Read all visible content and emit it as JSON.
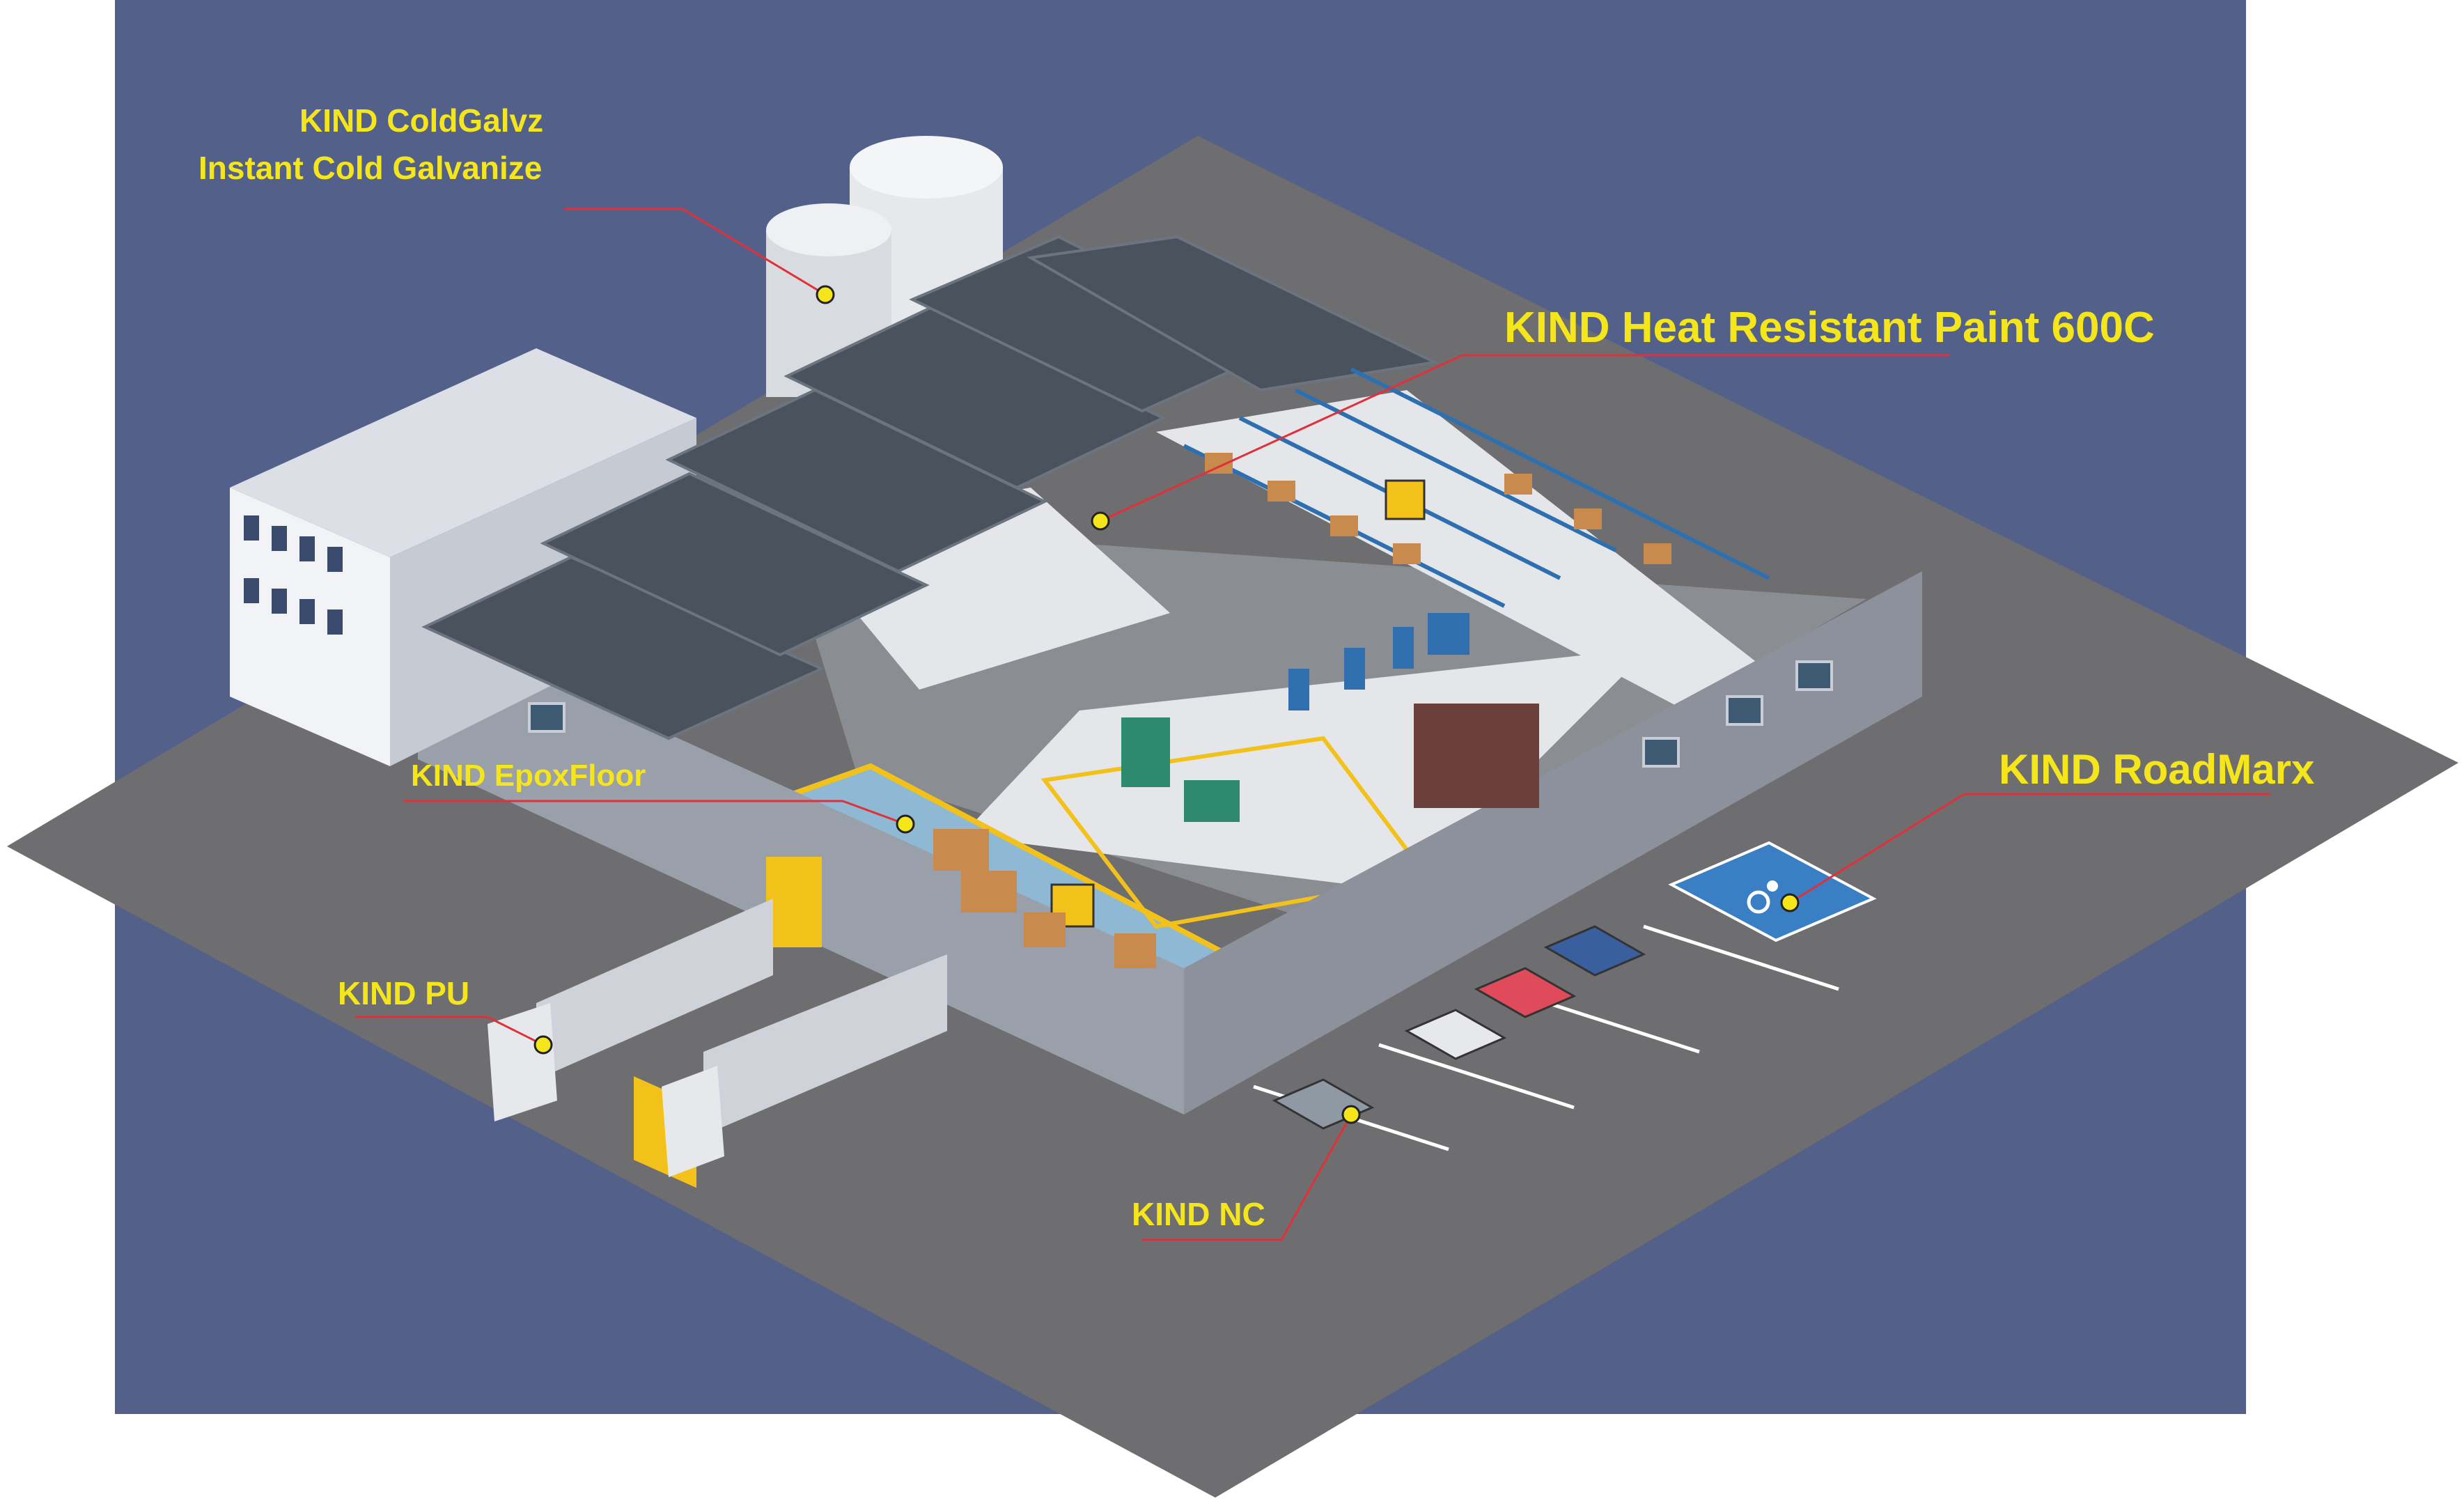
{
  "colors": {
    "background_panel": "#52608a",
    "ground": "#6e6e70",
    "label_text": "#f5e61c",
    "leader_line": "#e0303a",
    "marker_dot": "#f5e61c",
    "roof": "#4a525e",
    "wall": "#8c919c",
    "floor": "#e4e6ea",
    "epoxy_floor": "#8fb8d4",
    "accent_yellow": "#f2c21b",
    "handicap_blue": "#3a7fc4"
  },
  "callouts": {
    "coldgalvz_line1": "KIND ColdGalvz",
    "coldgalvz_line2": "Instant Cold Galvanize",
    "heat_resistant": "KIND Heat Resistant Paint 600C",
    "epoxfloor": "KIND EpoxFloor",
    "roadmarx": "KIND RoadMarx",
    "pu": "KIND PU",
    "nc": "KIND NC"
  },
  "icons": {
    "handicap": "wheelchair-icon"
  }
}
